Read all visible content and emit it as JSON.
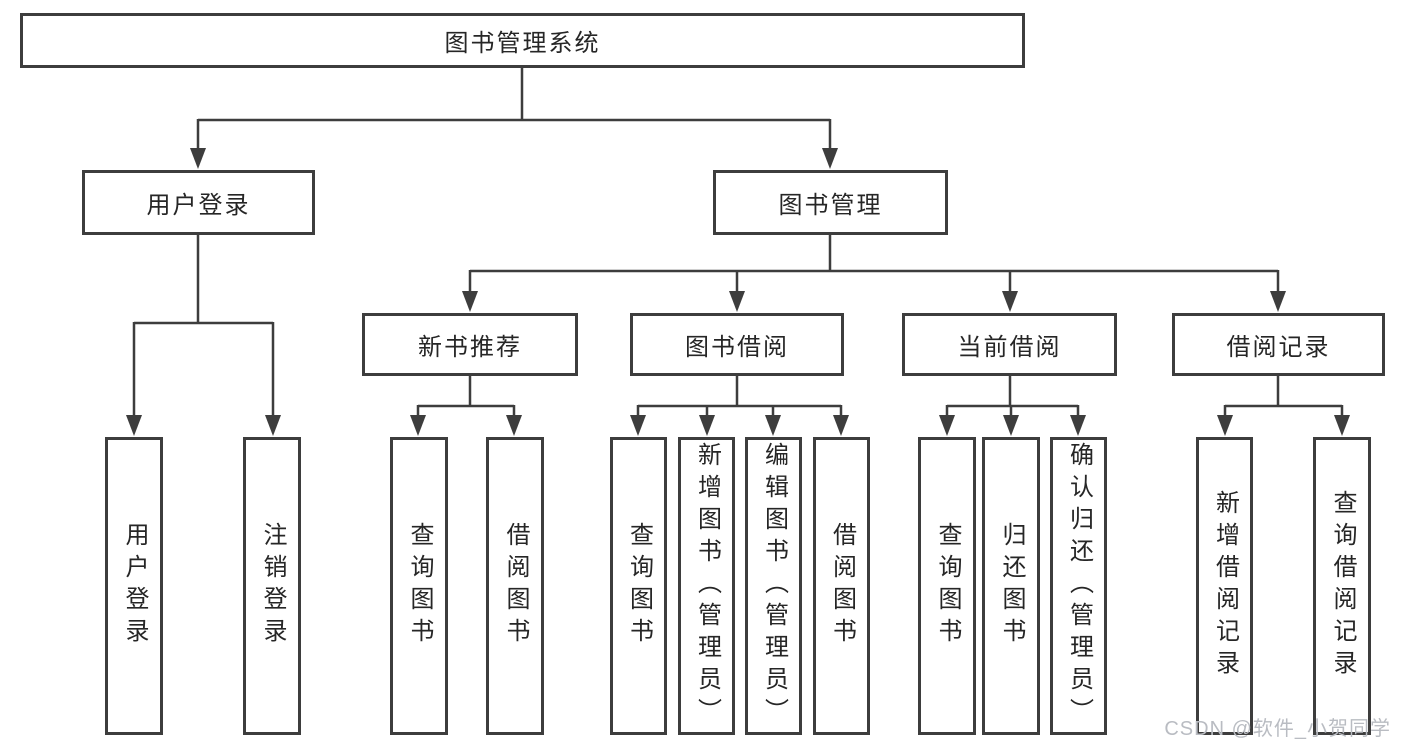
{
  "diagram": {
    "root": {
      "label": "图书管理系统"
    },
    "level2": {
      "user_login": {
        "label": "用户登录"
      },
      "book_mgmt": {
        "label": "图书管理"
      }
    },
    "level3": {
      "new_books": {
        "label": "新书推荐"
      },
      "book_borrow": {
        "label": "图书借阅"
      },
      "current_borrow": {
        "label": "当前借阅"
      },
      "borrow_records": {
        "label": "借阅记录"
      }
    },
    "leaves": {
      "user_login_1": {
        "label": "用户登录"
      },
      "user_login_2": {
        "label": "注销登录"
      },
      "new_books_1": {
        "label": "查询图书"
      },
      "new_books_2": {
        "label": "借阅图书"
      },
      "book_borrow_1": {
        "label": "查询图书"
      },
      "book_borrow_2": {
        "label": "新增图书（管理员）"
      },
      "book_borrow_3": {
        "label": "编辑图书（管理员）"
      },
      "book_borrow_4": {
        "label": "借阅图书"
      },
      "current_borrow_1": {
        "label": "查询图书"
      },
      "current_borrow_2": {
        "label": "归还图书"
      },
      "current_borrow_3": {
        "label": "确认归还（管理员）"
      },
      "borrow_records_1": {
        "label": "新增借阅记录"
      },
      "borrow_records_2": {
        "label": "查询借阅记录"
      }
    },
    "watermark": "CSDN @软件_小贺同学",
    "colors": {
      "line": "#3d3d3d",
      "text": "#262626",
      "watermark": "#b9bcc2",
      "background": "#ffffff"
    }
  }
}
